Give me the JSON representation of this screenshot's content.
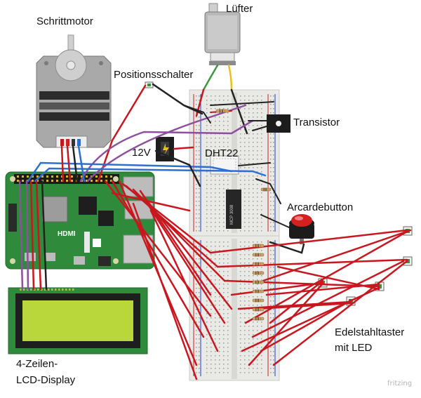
{
  "labels": {
    "stepper": "Schrittmotor",
    "fan": "Lüfter",
    "position_switch": "Positionsschalter",
    "transistor": "Transistor",
    "power": "12V",
    "dht": "DHT22",
    "arcade": "Arcardebutton",
    "stainless_line1": "Edelstahltaster",
    "stainless_line2": "mit LED",
    "lcd_line1": "4-Zeilen-",
    "lcd_line2": "LCD-Display",
    "hdmi": "HDMI",
    "fritzing": "fritzing",
    "ic_text": "MCP 3008"
  },
  "colors": {
    "wire_red": "#c8171e",
    "wire_black": "#222222",
    "wire_purple": "#8e4f9e",
    "wire_blue": "#2f6fd0",
    "wire_green": "#3c9a3c",
    "wire_yellow": "#e8c21a",
    "pcb_green": "#2f8a3b",
    "lcd_screen": "#b9d63a",
    "breadboard": "#e9e9e6"
  }
}
